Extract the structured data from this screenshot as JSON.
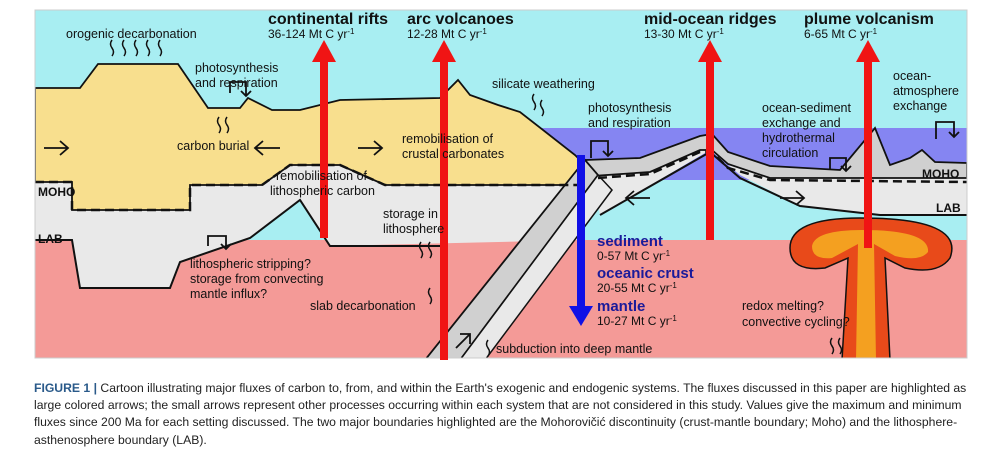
{
  "diagram": {
    "headers": {
      "rifts": {
        "title": "continental rifts",
        "value": "36-124 Mt C yr"
      },
      "arc": {
        "title": "arc volcanoes",
        "value": "12-28 Mt C yr"
      },
      "ridges": {
        "title": "mid-ocean ridges",
        "value": "13-30 Mt C yr"
      },
      "plume": {
        "title": "plume volcanism",
        "value": "6-65 Mt C yr"
      },
      "unit_exp": "-1"
    },
    "labels": {
      "orogenic": "orogenic decarbonation",
      "photo1_a": "photosynthesis",
      "photo1_b": "and respiration",
      "silicate": "silicate weathering",
      "photo2_a": "photosynthesis",
      "photo2_b": "and respiration",
      "carbon_burial": "carbon burial",
      "remob_crust_a": "remobilisation of",
      "remob_crust_b": "crustal carbonates",
      "ocean_sed_a": "ocean-sediment",
      "ocean_sed_b": "exchange and",
      "ocean_sed_c": "hydrothermal",
      "ocean_sed_d": "circulation",
      "ocean_atm_a": "ocean-",
      "ocean_atm_b": "atmosphere",
      "ocean_atm_c": "exchange",
      "remob_litho_a": "remobilisation of",
      "remob_litho_b": "lithospheric carbon",
      "storage_a": "storage in",
      "storage_b": "lithosphere",
      "strip_a": "lithospheric stripping?",
      "strip_b": "storage from convecting",
      "strip_c": "mantle influx?",
      "slab": "slab decarbonation",
      "redox_a": "redox melting?",
      "redox_b": "convective cycling?",
      "subduction": "subduction into deep mantle"
    },
    "boundaries": {
      "moho": "MOHO",
      "lab": "LAB"
    },
    "subduction_fluxes": [
      {
        "name": "sediment",
        "value": "0-57 Mt C yr"
      },
      {
        "name": "oceanic crust",
        "value": "20-55 Mt C yr"
      },
      {
        "name": "mantle",
        "value": "10-27 Mt C yr"
      }
    ],
    "colors": {
      "atmosphere": "#a8eef2",
      "ocean": "#8585f2",
      "crust": "#f8df8e",
      "lithosphere": "#e9e9e9",
      "asthenosphere": "#f49a97",
      "red_arrow": "#f01414",
      "blue_arrow": "#1010e6"
    }
  },
  "caption": {
    "label": "FIGURE 1 |",
    "text": "Cartoon illustrating major fluxes of carbon to, from, and within the Earth's exogenic and endogenic systems. The fluxes discussed in this paper are highlighted as large colored arrows; the small arrows represent other processes occurring within each system that are not considered in this study. Values give the maximum and minimum fluxes since 200 Ma for each setting discussed. The two major boundaries highlighted are the Mohorovičić discontinuity (crust-mantle boundary; Moho) and the lithosphere-asthenosphere boundary (LAB)."
  }
}
